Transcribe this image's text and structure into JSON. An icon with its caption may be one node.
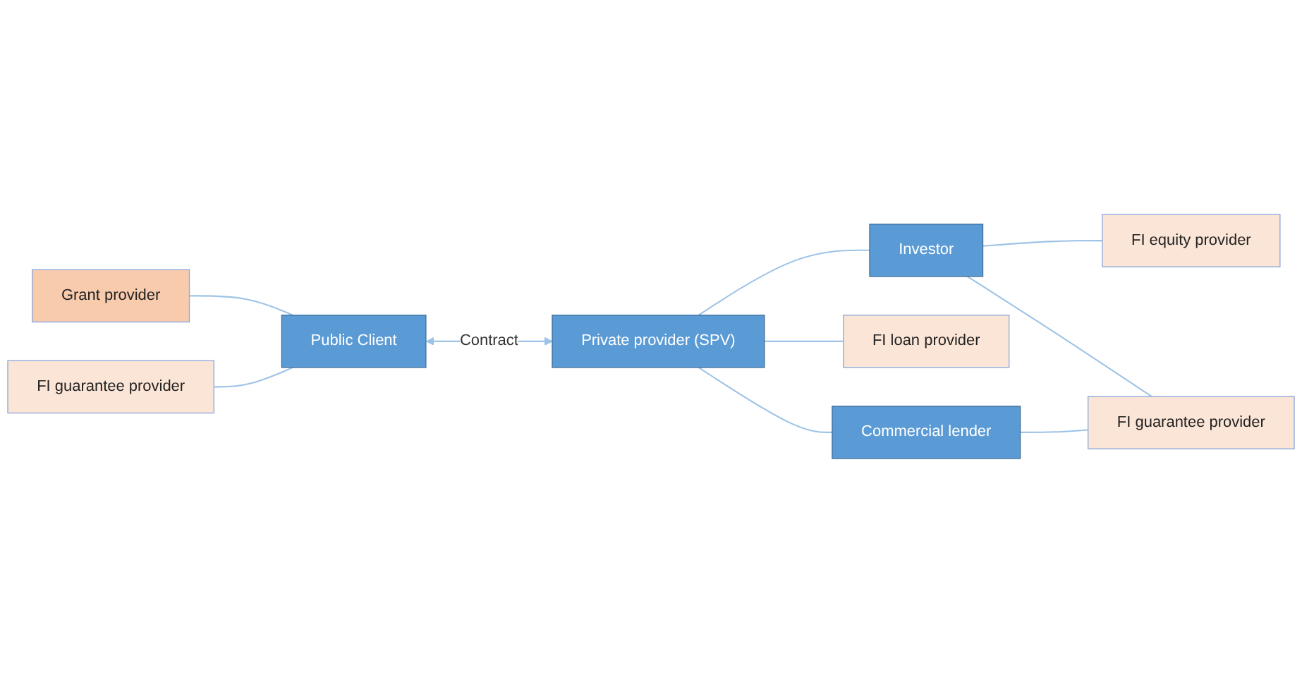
{
  "diagram": {
    "nodes": [
      {
        "text": [
          "Grant provider"
        ]
      },
      {
        "text": [
          "Public Client"
        ]
      },
      {
        "text": [
          "FI guarantee provider"
        ]
      },
      {
        "text": [
          "Private provider (SPV)"
        ]
      },
      {
        "text": [
          "FI equity provider"
        ]
      },
      {
        "text": [
          "FI guarantee provider"
        ]
      },
      {
        "text": [
          "Investor"
        ]
      },
      {
        "text": [
          "FI loan provider"
        ]
      },
      {
        "text": [
          "Commercial lender"
        ]
      }
    ],
    "edges": [
      {
        "from": 0,
        "to": 1,
        "arrow": "none"
      },
      {
        "from": 2,
        "to": 1,
        "arrow": "none"
      },
      {
        "from": 1,
        "to": 3,
        "arrow": "both",
        "label": "Contract"
      },
      {
        "from": 6,
        "to": 4,
        "arrow": "none"
      },
      {
        "from": 6,
        "to": 5,
        "arrow": "none"
      },
      {
        "from": 3,
        "to": 6,
        "arrow": "none"
      },
      {
        "from": 3,
        "to": 7,
        "arrow": "none"
      },
      {
        "from": 3,
        "to": 8,
        "arrow": "none"
      },
      {
        "from": 8,
        "to": 5,
        "arrow": "none"
      }
    ]
  }
}
